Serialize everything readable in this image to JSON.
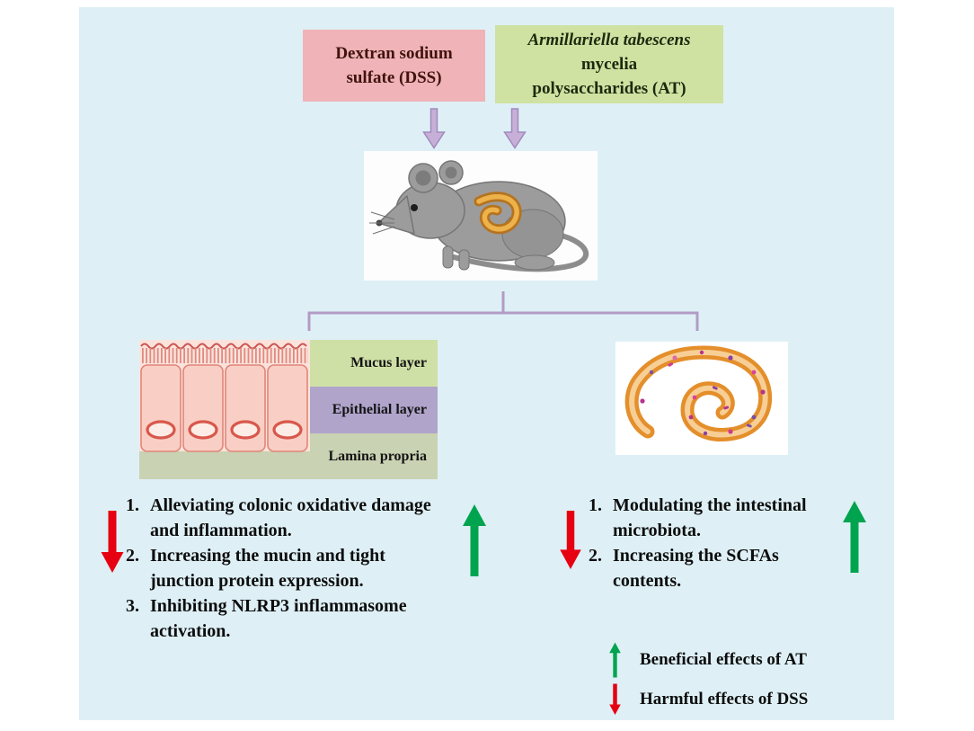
{
  "treatments": {
    "dss": {
      "line1": "Dextran sodium",
      "line2": "sulfate (DSS)"
    },
    "at": {
      "line1": "Armillariella tabescens",
      "line2": "mycelia",
      "line3": "polysaccharides (AT)"
    }
  },
  "tissue_panel": {
    "labels": {
      "mucus": "Mucus layer",
      "epithelial": "Epithelial layer",
      "lamina": "Lamina propria"
    }
  },
  "left_effects": {
    "items": [
      {
        "num": "1.",
        "text": "Alleviating colonic oxidative damage and inflammation."
      },
      {
        "num": "2.",
        "text": "Increasing the mucin and tight junction protein expression."
      },
      {
        "num": "3.",
        "text": "Inhibiting NLRP3 inflammasome activation."
      }
    ]
  },
  "right_effects": {
    "items": [
      {
        "num": "1.",
        "text": "Modulating the intestinal microbiota."
      },
      {
        "num": "2.",
        "text": "Increasing the SCFAs contents."
      }
    ]
  },
  "legend": {
    "beneficial": {
      "symbol": "green-up-arrow",
      "label": "Beneficial effects of AT"
    },
    "harmful": {
      "symbol": "red-down-arrow",
      "label": "Harmful effects of DSS"
    }
  },
  "icons": {
    "treatment_arrows": "purple-down-arrow",
    "harmful_arrow": "red-down-arrow",
    "beneficial_arrow": "green-up-arrow"
  },
  "illustrations": {
    "mouse": "mouse-with-highlighted-intestine",
    "tissue": "intestinal-wall-cross-section",
    "colon": "colon-with-microbiota"
  },
  "colors": {
    "figure_background": "#def0f6",
    "dss_box": "#f0b3b8",
    "at_box": "#cfe2a2",
    "mucus_band": "#cfe0a6",
    "epithelial_band": "#b0a4cb",
    "lamina_band": "#c9d2b2",
    "green_arrow": "#00a44f",
    "red_arrow": "#e60012",
    "purple_arrow": "#c6b0d8"
  }
}
